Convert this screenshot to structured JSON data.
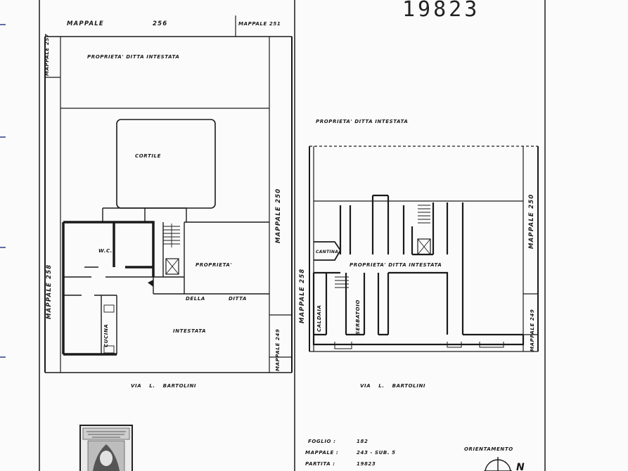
{
  "sheet_number": "19823",
  "left_plan": {
    "mappale_top_left": "MAPPALE",
    "mappale_top_num": "256",
    "mappale_top_right": "MAPPALE 251",
    "mappale_257": "MAPPALE 257",
    "proprieta_top": "PROPRIETA' DITTA INTESTATA",
    "cortile": "CORTILE",
    "mappale_258_left": "MAPPALE 258",
    "mappale_250_right": "MAPPALE 250",
    "mappale_249_right": "MAPPALE 249",
    "wc": "W.C.",
    "cucina": "CUCINA",
    "proprieta_right_1": "PROPRIETA'",
    "proprieta_right_2": "DELLA DITTA",
    "proprieta_right_3": "INTESTATA",
    "street": "VIA L. BARTOLINI"
  },
  "right_plan": {
    "proprieta_top": "PROPRIETA' DITTA INTESTATA",
    "mappale_258": "MAPPALE 258",
    "mappale_250": "MAPPALE 250",
    "mappale_249": "MAPPALE 249",
    "cantina": "CANTINA",
    "proprieta_center": "PROPRIETA' DITTA INTESTATA",
    "caldaia": "CALDAIA",
    "serbatoio": "SERBATOIO",
    "street": "VIA L. BARTOLINI"
  },
  "cadastral_info": {
    "foglio_label": "FOGLIO :",
    "foglio_value": "182",
    "mappale_label": "MAPPALE :",
    "mappale_value": "243 - SUB. 5",
    "partita_label": "PARTITA :",
    "partita_value": "19823"
  },
  "orientation": {
    "label": "ORIENTAMENTO",
    "north_letter": "N"
  },
  "colors": {
    "ink": "#1a1a1a",
    "paper": "#fbfbfb",
    "margin_marks": "#2d3f8a"
  }
}
